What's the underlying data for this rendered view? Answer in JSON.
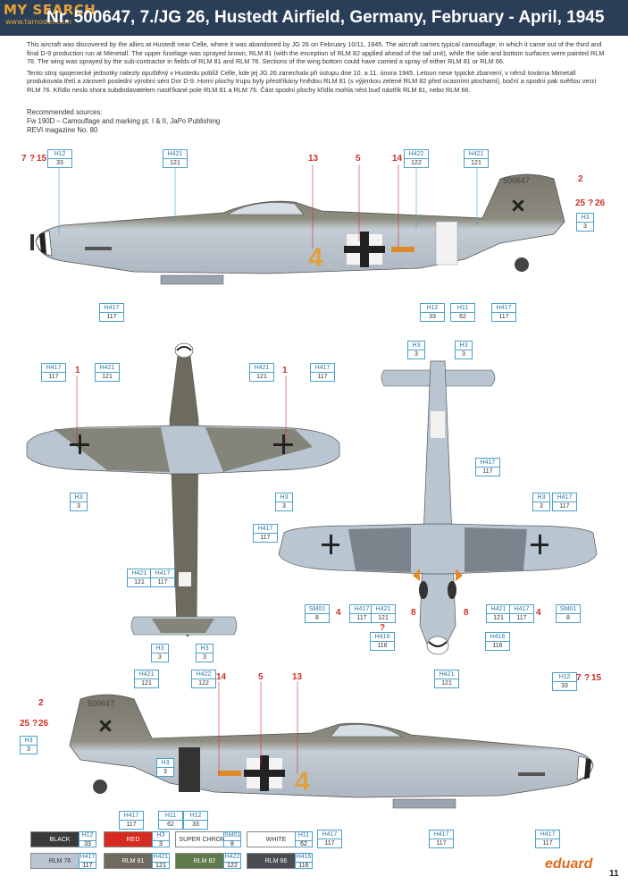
{
  "header": {
    "watermark": "MY SEARCH",
    "watermark_sub": "www.tamodel.com",
    "title": "Nr. 500647, 7./JG 26, Hustedt Airfield, Germany, February - April, 1945"
  },
  "description": {
    "english": "This aircraft was discovered by the allies at Hustedt near Celle, where it was abandoned by JG 26 on February 10/11, 1945. The aircraft carries typical camouflage, in which it came out of the third and final D-9 production run at Mimetall. The upper fuselage was sprayed brown, RLM 81 (with the exception of RLM 82 applied ahead of the tail unit), while the side and bottom surfaces were painted RLM 76. The wing was sprayed by the sub-contractor in fields of RLM 81 and RLM 76. Sections of the wing bottom could have carried a spray of either RLM 81 or RLM 66.",
    "czech": "Tento stroj spojenecké jednotky nalezly opuštěný v Hustedu poblíž Celle, kde jej JG 26 zanechala při ústupu dne 10. a 11. února 1945. Letoun nese typické zbarvení, v němž továrna Mimetall produkovala třetí a zároveň poslední výrobní sérii Dor D-9. Horní plochy trupu byly přestříkány hnědou RLM 81 (s výjimkou zelené RLM 82 před ocasními plochami), boční a spodní pak světlou verzí RLM 76. Křídlo neslo shora subdodavatelem nastříkané pole RLM 81 a RLM 76. Část spodní plochy křídla mohla nést buď nástřik RLM 81, nebo RLM 66."
  },
  "sources": {
    "heading": "Recommended sources:",
    "items": [
      "Fw 190D – Camouflage and marking pt. I & II, JaPo Publishing",
      "REVI magazine No. 80"
    ]
  },
  "callouts": [
    {
      "code": "H12",
      "num": "33"
    },
    {
      "code": "H421",
      "num": "121"
    },
    {
      "code": "H422",
      "num": "122"
    },
    {
      "code": "H421",
      "num": "121"
    },
    {
      "code": "H3",
      "num": "3"
    },
    {
      "code": "H417",
      "num": "117"
    },
    {
      "code": "H12",
      "num": "33"
    },
    {
      "code": "H11",
      "num": "62"
    },
    {
      "code": "H417",
      "num": "117"
    },
    {
      "code": "H417",
      "num": "117"
    },
    {
      "code": "H421",
      "num": "121"
    },
    {
      "code": "H421",
      "num": "121"
    },
    {
      "code": "H417",
      "num": "117"
    },
    {
      "code": "H3",
      "num": "3"
    },
    {
      "code": "H3",
      "num": "3"
    },
    {
      "code": "H3",
      "num": "3"
    },
    {
      "code": "H417",
      "num": "117"
    },
    {
      "code": "H3",
      "num": "3"
    },
    {
      "code": "H417",
      "num": "117"
    },
    {
      "code": "H3",
      "num": "3"
    },
    {
      "code": "H417",
      "num": "117"
    },
    {
      "code": "H421",
      "num": "121"
    },
    {
      "code": "H417",
      "num": "117"
    },
    {
      "code": "SM01",
      "num": "8"
    },
    {
      "code": "H417",
      "num": "117"
    },
    {
      "code": "H421",
      "num": "121"
    },
    {
      "code": "H416",
      "num": "116"
    },
    {
      "code": "H416",
      "num": "116"
    },
    {
      "code": "H421",
      "num": "121"
    },
    {
      "code": "H417",
      "num": "117"
    },
    {
      "code": "SM01",
      "num": "8"
    },
    {
      "code": "H3",
      "num": "3"
    },
    {
      "code": "H3",
      "num": "3"
    },
    {
      "code": "H421",
      "num": "121"
    },
    {
      "code": "H422",
      "num": "122"
    },
    {
      "code": "H421",
      "num": "121"
    },
    {
      "code": "H12",
      "num": "33"
    },
    {
      "code": "H3",
      "num": "3"
    },
    {
      "code": "H3",
      "num": "3"
    },
    {
      "code": "H417",
      "num": "117"
    },
    {
      "code": "H11",
      "num": "62"
    },
    {
      "code": "H12",
      "num": "33"
    },
    {
      "code": "H417",
      "num": "117"
    },
    {
      "code": "H417",
      "num": "117"
    },
    {
      "code": "H417",
      "num": "117"
    }
  ],
  "markers": {
    "m1": "7",
    "m2": "?",
    "m3": "15",
    "m4": "13",
    "m5": "5",
    "m6": "14",
    "m7": "2",
    "m8": "25",
    "m9": "?",
    "m10": "26",
    "m11": "1",
    "m12": "1",
    "m13": "4",
    "m14": "8",
    "m15": "8",
    "m16": "4",
    "m17": "?",
    "m18": "2",
    "m19": "25",
    "m20": "?",
    "m21": "26",
    "m22": "14",
    "m23": "5",
    "m24": "13",
    "m25": "7",
    "m26": "?",
    "m27": "15"
  },
  "aircraft": {
    "tail_serial": "500647",
    "fuselage_number": "4",
    "top_serial": "500647"
  },
  "legend": {
    "swatches": [
      {
        "label": "BLACK",
        "code": "H12",
        "num": "33",
        "color": "#3a3a3a",
        "text": "#ffffff"
      },
      {
        "label": "RED",
        "code": "H3",
        "num": "3",
        "color": "#d42a20",
        "text": "#ffffff"
      },
      {
        "label": "SUPER CHROME",
        "code": "SM01",
        "num": "8",
        "color": "#ffffff",
        "text": "#333333"
      },
      {
        "label": "WHITE",
        "code": "H11",
        "num": "62",
        "color": "#ffffff",
        "text": "#333333"
      },
      {
        "label": "RLM 76",
        "code": "H417",
        "num": "117",
        "color": "#b9c6d2",
        "text": "#333333"
      },
      {
        "label": "RLM 81",
        "code": "H421",
        "num": "121",
        "color": "#6e6b5e",
        "text": "#ffffff"
      },
      {
        "label": "RLM 82",
        "code": "H422",
        "num": "122",
        "color": "#5e7a4a",
        "text": "#ffffff"
      },
      {
        "label": "RLM 66",
        "code": "H416",
        "num": "116",
        "color": "#4a4d52",
        "text": "#ffffff"
      }
    ]
  },
  "footer": {
    "logo": "eduard",
    "page": "11"
  }
}
